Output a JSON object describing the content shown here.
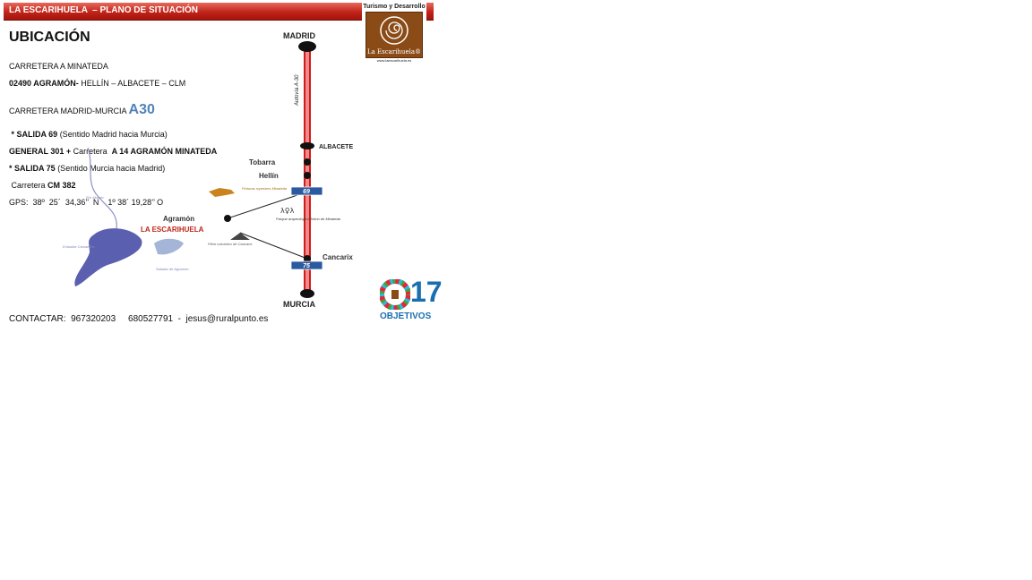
{
  "header": {
    "title": "LA ESCARIHUELA  – PLANO DE SITUACIÓN"
  },
  "logo": {
    "top_text": "Turismo y Desarrollo",
    "name": "La Escarihuela®",
    "url": "www.laescarihuela.es"
  },
  "ubicacion": {
    "title": "UBICACIÓN",
    "line1": "CARRETERA A MINATEDA",
    "line2_bold": "02490 AGRAMÓN-",
    "line2_rest": " HELLÍN – ALBACETE – CLM",
    "line3_prefix": "CARRETERA MADRID-MURCIA ",
    "line3_road": "A30",
    "line4_bold": " * SALIDA 69",
    "line4_rest": " (Sentido Madrid hacia Murcia)",
    "line5_bold1": "GENERAL 301 +",
    "line5_mid": " Carretera  ",
    "line5_bold2": "A 14 AGRAMÓN MINATEDA",
    "line6_bold": "* SALIDA 75",
    "line6_rest": " (Sentido Murcia hacia Madrid)",
    "line7_prefix": " Carretera ",
    "line7_bold": "CM 382",
    "gps": "GPS:  38º  25´  34,36’’  N    1º 38´ 19,28’’ O"
  },
  "map": {
    "cities": {
      "madrid": "MADRID",
      "albacete": "ALBACETE",
      "tobarra": "Tobarra",
      "hellin": "Hellín",
      "agramon": "Agramón",
      "cancarix": "Cancarix",
      "murcia": "MURCIA"
    },
    "road_label": "Autovía A-30",
    "exit69": "69",
    "exit75": "75",
    "escarihuela": "LA ESCARIHUELA",
    "pinturas": "Pinturas rupestres Minateda",
    "parque": "Parque arqueológico Tolmo de Minateda",
    "piton": "Pitón volcánico de Cancarix",
    "embalse": "Embalse Camarillas",
    "rio": "Río Mundo",
    "salobral": "Saladar de Agramón"
  },
  "sdg": {
    "number": "17",
    "label": "OBJETIVOS"
  },
  "contact": "CONTACTAR:  967320203     680527791  -  jesus@ruralpunto.es",
  "colors": {
    "header_red": "#c0241a",
    "road_red": "#d41a1a",
    "accent_blue": "#4f82b8",
    "brand_brown": "#8a4b16",
    "lake_blue": "#5b5fb0"
  }
}
